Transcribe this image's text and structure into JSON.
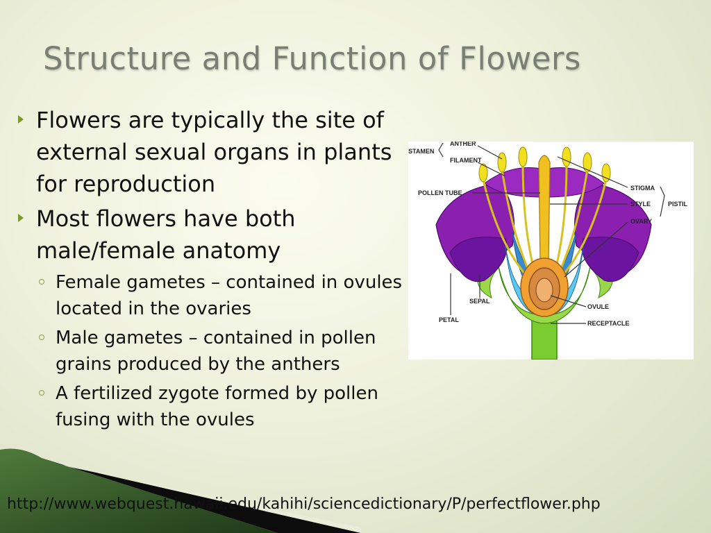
{
  "slide": {
    "title": "Structure and Function of Flowers",
    "bullets": [
      {
        "text": "Flowers are typically the site of external sexual organs in plants for reproduction"
      },
      {
        "text": "Most flowers have both male/female anatomy",
        "sub": [
          "Female gametes – contained in ovules located in the ovaries",
          "Male gametes – contained in pollen grains produced by the anthers",
          "A fertilized zygote formed by pollen fusing with the ovules"
        ]
      }
    ],
    "source_url": "http://www.webquest.hawaii.edu/kahihi/sciencedictionary/P/perfectflower.php"
  },
  "diagram": {
    "labels": {
      "anther": "ANTHER",
      "stamen": "STAMEN",
      "filament": "FILAMENT",
      "pollen_tube": "POLLEN TUBE",
      "stigma": "STIGMA",
      "style": "STYLE",
      "pistil": "PISTIL",
      "ovary": "OVARY",
      "sepal": "SEPAL",
      "petal": "PETAL",
      "ovule": "OVULE",
      "receptacle": "RECEPTACLE"
    },
    "colors": {
      "petal": "#8a1fb0",
      "petal_dark": "#5a0f80",
      "stamen": "#e8e020",
      "style": "#f0c020",
      "ovary": "#e89020",
      "receptacle": "#5ec8f0",
      "stem": "#7acc30"
    }
  }
}
